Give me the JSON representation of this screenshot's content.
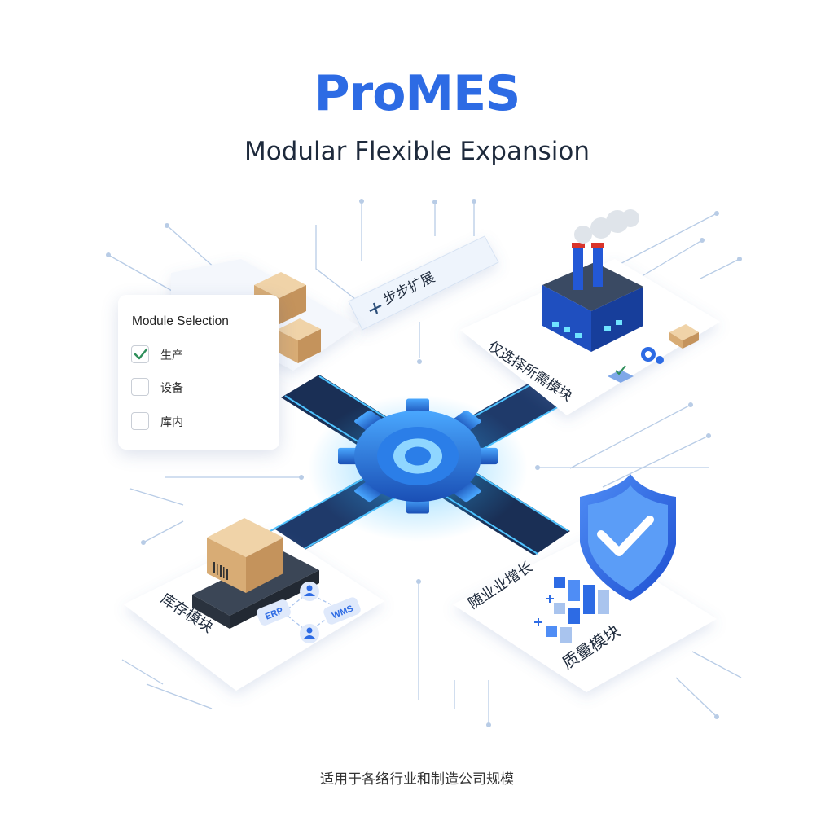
{
  "header": {
    "title": "ProMES",
    "subtitle": "Modular Flexible Expansion"
  },
  "module_selection": {
    "title": "Module Selection",
    "options": [
      {
        "label": "生产",
        "checked": true
      },
      {
        "label": "设备",
        "checked": false
      },
      {
        "label": "库内",
        "checked": false
      }
    ]
  },
  "banner": {
    "label": "步步扩展"
  },
  "cards": {
    "factory": {
      "label": "仅选择所需模块"
    },
    "warehouse": {
      "label": "库存模块",
      "badges": [
        "ERP",
        "WMS"
      ]
    },
    "growth": {
      "label_top": "随业业增长",
      "label_bottom": "质量模块"
    }
  },
  "footer": {
    "text": "适用于各络行业和制造公司规模"
  },
  "colors": {
    "brand": "#2d6be4",
    "heading": "#1e2a3c",
    "check": "#2f8f5b",
    "glow": "#2fb7ff"
  },
  "icons": [
    "gear-icon",
    "factory-icon",
    "shield-check-icon",
    "box-icon",
    "conveyor-icon",
    "user-icon",
    "bar-blocks-icon",
    "plus-icon",
    "check-icon"
  ]
}
